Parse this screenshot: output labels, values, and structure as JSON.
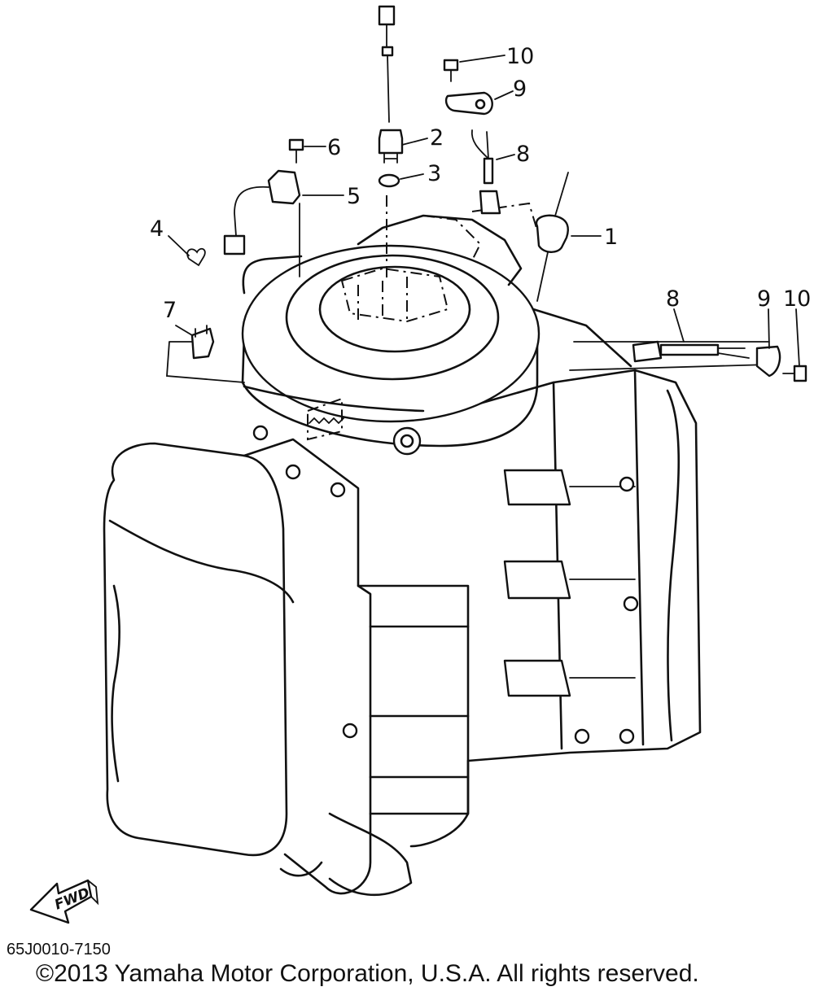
{
  "diagram": {
    "callouts": [
      {
        "id": "c1",
        "label": "1"
      },
      {
        "id": "c2",
        "label": "2"
      },
      {
        "id": "c3",
        "label": "3"
      },
      {
        "id": "c4",
        "label": "4"
      },
      {
        "id": "c5",
        "label": "5"
      },
      {
        "id": "c6",
        "label": "6"
      },
      {
        "id": "c7",
        "label": "7"
      },
      {
        "id": "c8a",
        "label": "8"
      },
      {
        "id": "c8b",
        "label": "8"
      },
      {
        "id": "c9a",
        "label": "9"
      },
      {
        "id": "c9b",
        "label": "9"
      },
      {
        "id": "c10a",
        "label": "10"
      },
      {
        "id": "c10b",
        "label": "10"
      }
    ],
    "fwd_label": "FWD"
  },
  "footer": {
    "doc_number": "65J0010-7150",
    "copyright": "©2013 Yamaha Motor Corporation, U.S.A. All rights reserved."
  }
}
